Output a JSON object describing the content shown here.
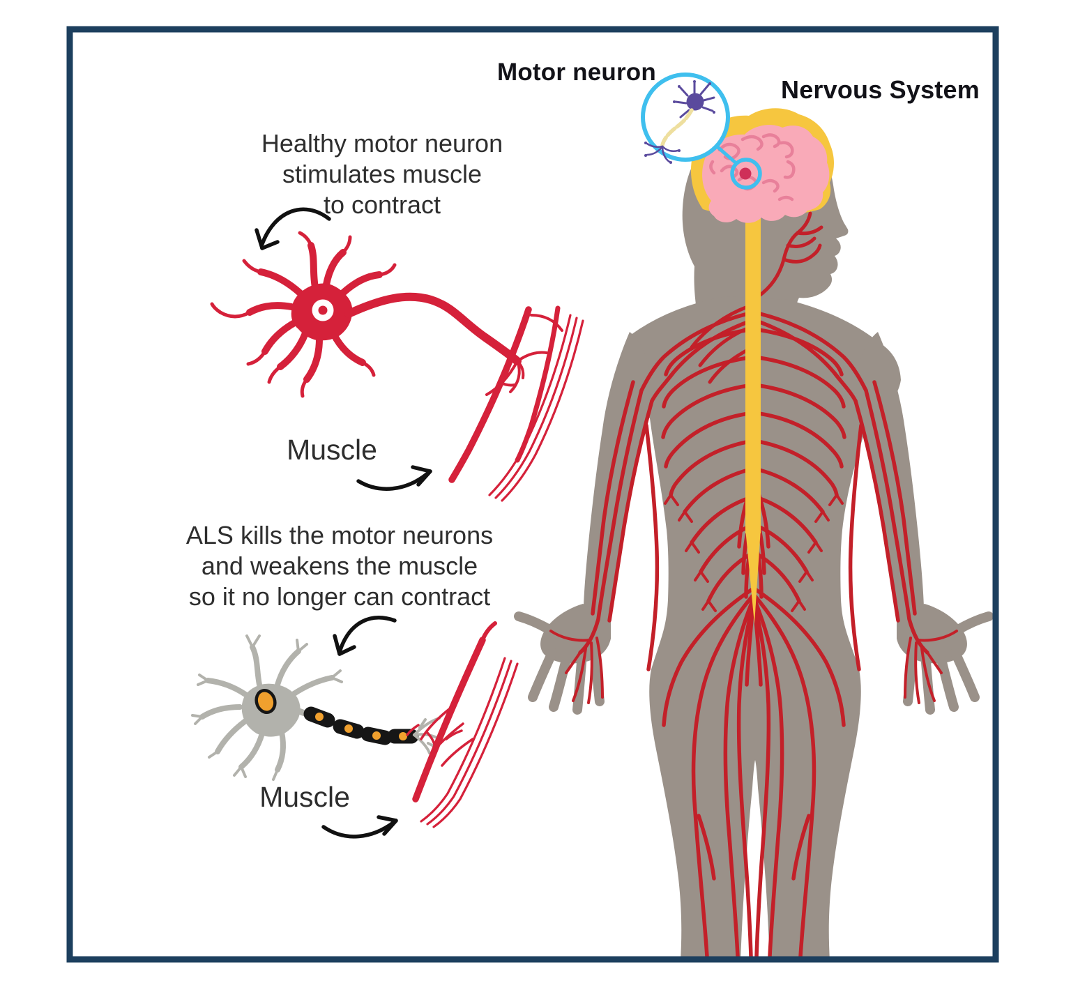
{
  "titles": {
    "motor_neuron": "Motor neuron",
    "nervous_system": "Nervous System"
  },
  "captions": {
    "healthy": {
      "line1": "Healthy motor neuron",
      "line2": "stimulates muscle",
      "line3": "to contract"
    },
    "als": {
      "line1": "ALS kills the motor neurons",
      "line2": "and weakens the muscle",
      "line3": "so it no longer can contract"
    }
  },
  "labels": {
    "muscle_healthy": "Muscle",
    "muscle_als": "Muscle"
  },
  "colors": {
    "frame_navy": "#1c3f5e",
    "nerve_red": "#c32029",
    "neuron_red": "#d5213a",
    "body_gray": "#9a9189",
    "brain_pink": "#f9aab8",
    "brain_line_pink": "#e8809a",
    "spine_yellow": "#f6c63f",
    "highlight_cyan": "#3fbfee",
    "neuron_purple": "#5a4a9d",
    "axon_pale_yellow": "#eedf9f",
    "dead_neuron_gray": "#b2b2ac",
    "myelin_black": "#161616",
    "nucleus_orange": "#f0a02e",
    "brain_spot_red": "#cf3058",
    "arrow_black": "#111111",
    "text_dark": "#2f2f2f"
  }
}
